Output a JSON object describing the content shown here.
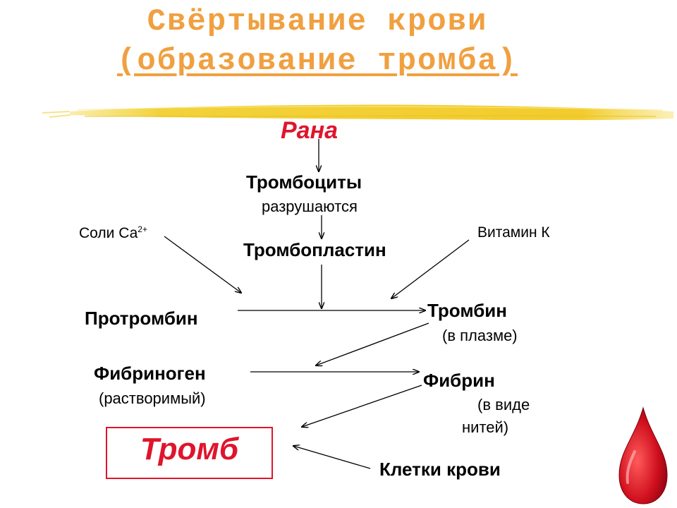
{
  "title": {
    "line1": "Свёртывание крови",
    "line2": "(образование тромба)"
  },
  "nodes": {
    "wound": "Рана",
    "platelets": "Тромбоциты",
    "platelets_sub": "разрушаются",
    "thromboplastin": "Тромбопластин",
    "calcium": "Соли Са",
    "calcium_sup": "2+",
    "vitamin_k": "Витамин К",
    "prothrombin": "Протромбин",
    "thrombin": "Тромбин",
    "thrombin_sub": "(в плазме)",
    "fibrinogen": "Фибриноген",
    "fibrinogen_sub": "(растворимый)",
    "fibrin": "Фибрин",
    "fibrin_sub1": "(в виде",
    "fibrin_sub2": "нитей)",
    "clot": "Тромб",
    "blood_cells": "Клетки крови"
  },
  "colors": {
    "title": "#f0a040",
    "accent_red": "#e0142c",
    "brush_stroke": "#f2d23a"
  },
  "icons": {
    "drop": "blood-drop-icon",
    "brush": "yellow-brush-stroke"
  }
}
